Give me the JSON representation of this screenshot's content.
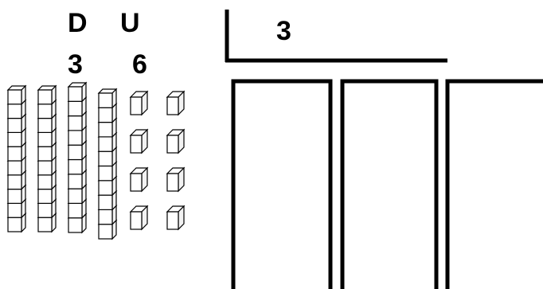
{
  "header": {
    "tens_label": "D",
    "units_label": "U",
    "tens_value": "3",
    "units_value": "6"
  },
  "division": {
    "divisor": "3"
  },
  "manipulatives": {
    "ten_rods": 4,
    "cubes_per_rod": 10,
    "unit_cubes": 8
  },
  "answer_boxes": {
    "count": 3
  },
  "colors": {
    "ink": "#000000",
    "block_face": "#ffffff",
    "block_side": "#f2f2f2"
  }
}
